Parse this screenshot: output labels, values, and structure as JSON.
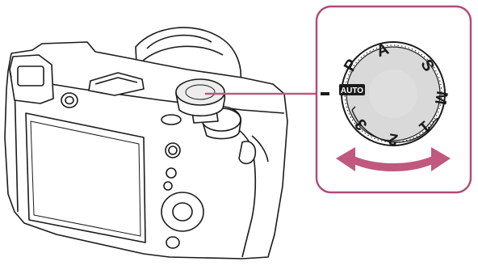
{
  "diagram": {
    "dial_labels": {
      "auto": "AUTO",
      "p": "P",
      "a": "A",
      "s": "S",
      "m": "M",
      "one": "1",
      "two": "2",
      "three": "3"
    },
    "colors": {
      "line": "#1a1a1a",
      "callout_frame": "#b04a7a",
      "callout_connector": "#c0587f",
      "rotation_arrow": "#c0587f",
      "dial_face": "#d9d9d9",
      "camera_fill": "#ffffff"
    },
    "icons": {
      "rotation_indicator": "double-headed-curved-arrow",
      "dial_index_mark": "index-bar"
    }
  }
}
